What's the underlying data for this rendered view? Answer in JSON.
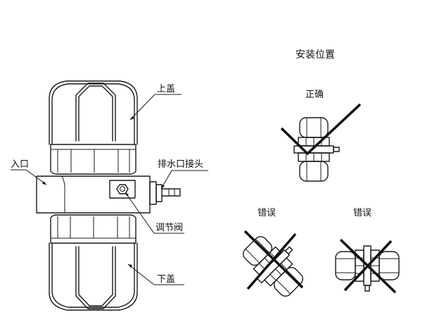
{
  "parts": {
    "top_cover": "上盖",
    "inlet": "入口",
    "drain_connector": "排水口接头",
    "adjust_valve": "调节阀",
    "bottom_cover": "下盖"
  },
  "installation": {
    "title": "安装位置",
    "correct": "正确",
    "wrong_tilted": "错误",
    "wrong_horizontal": "错误"
  }
}
